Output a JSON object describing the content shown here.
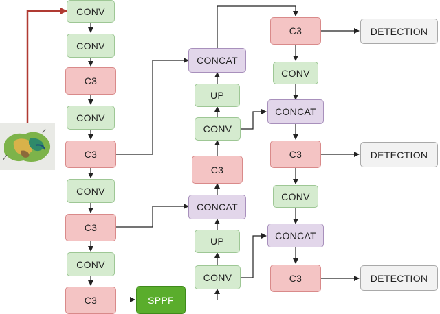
{
  "labels": {
    "conv": "CONV",
    "c3": "C3",
    "concat": "CONCAT",
    "up": "UP",
    "sppf": "SPPF",
    "detection": "DETECTION"
  },
  "colors": {
    "conv": "#d5ebcf",
    "c3": "#f4c4c4",
    "concat": "#e2d6ea",
    "detection": "#f2f2f2",
    "sppf": "#5aad2c",
    "input_arrow": "#b03a32",
    "wire": "#222222"
  }
}
